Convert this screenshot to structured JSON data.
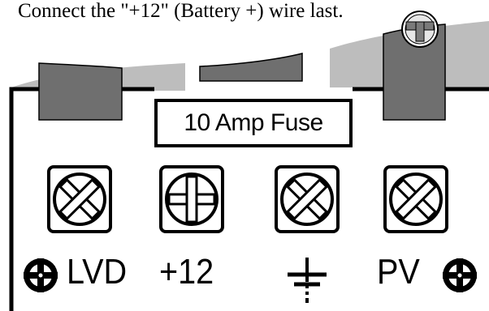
{
  "caption": "Connect the \"+12\" (Battery +) wire last.",
  "fuse": {
    "label": "10 Amp Fuse"
  },
  "terminals": [
    {
      "label": "LVD",
      "screw": "x"
    },
    {
      "label": "+12",
      "screw": "plus"
    },
    {
      "label": "",
      "screw": "x",
      "symbol": "ground-symbol"
    },
    {
      "label": "PV",
      "screw": "x"
    }
  ],
  "colors": {
    "housing": "#bdbdbd",
    "dark_block": "#6f6f6f",
    "outline": "#000000",
    "background": "#ffffff"
  }
}
